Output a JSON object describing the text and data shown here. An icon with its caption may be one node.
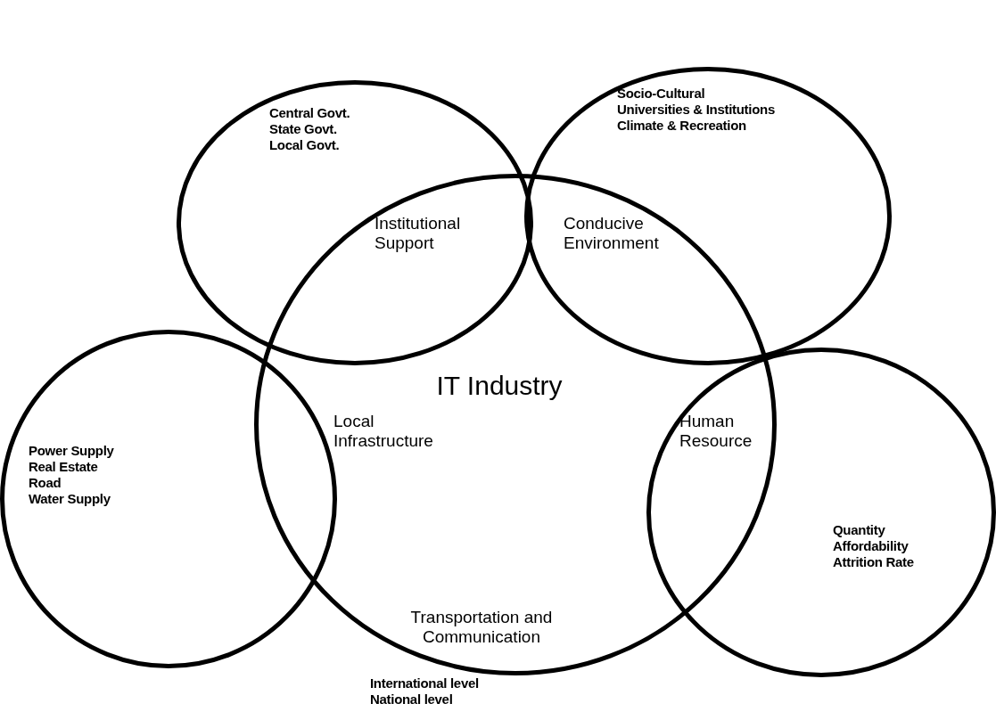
{
  "diagram": {
    "nodes": [
      {
        "text": [
          "Central Govt.",
          "State Govt.",
          "Local Govt."
        ]
      },
      {
        "text": [
          "Socio-Cultural",
          "Universities & Institutions",
          "Climate & Recreation"
        ]
      },
      {
        "text": [
          "IT Industry",
          "Transportation and Communication"
        ]
      },
      {
        "text": [
          "Power Supply",
          "Real Estate",
          "Road",
          "Water Supply"
        ]
      },
      {
        "text": [
          "Quantity",
          "Affordability",
          "Attrition Rate"
        ]
      }
    ],
    "labels": [
      "Institutional Support",
      "Conducive Environment",
      "Local Infrastructure",
      "Human Resource",
      "International level",
      "National level"
    ]
  }
}
